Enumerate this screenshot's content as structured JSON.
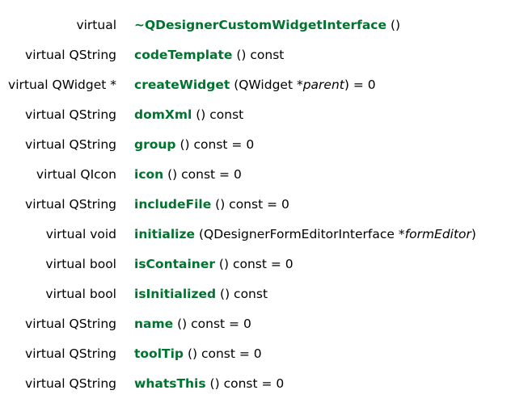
{
  "page": {
    "background_color": "#ffffff",
    "text_color": "#000000",
    "accent_green": "#00732F"
  },
  "function_list": {
    "rows": [
      {
        "returns": "virtual",
        "name": "~QDesignerCustomWidgetInterface",
        "signature": [
          {
            "text": "()",
            "italic": false
          }
        ]
      },
      {
        "returns": "virtual QString",
        "name": "codeTemplate",
        "signature": [
          {
            "text": "() const",
            "italic": false
          }
        ]
      },
      {
        "returns": "virtual QWidget *",
        "name": "createWidget",
        "signature": [
          {
            "text": "(QWidget *",
            "italic": false
          },
          {
            "text": "parent",
            "italic": true
          },
          {
            "text": ") = 0",
            "italic": false
          }
        ]
      },
      {
        "returns": "virtual QString",
        "name": "domXml",
        "signature": [
          {
            "text": "() const",
            "italic": false
          }
        ]
      },
      {
        "returns": "virtual QString",
        "name": "group",
        "signature": [
          {
            "text": "() const = 0",
            "italic": false
          }
        ]
      },
      {
        "returns": "virtual QIcon",
        "name": "icon",
        "signature": [
          {
            "text": "() const = 0",
            "italic": false
          }
        ]
      },
      {
        "returns": "virtual QString",
        "name": "includeFile",
        "signature": [
          {
            "text": "() const = 0",
            "italic": false
          }
        ]
      },
      {
        "returns": "virtual void",
        "name": "initialize",
        "signature": [
          {
            "text": "(QDesignerFormEditorInterface *",
            "italic": false
          },
          {
            "text": "formEditor",
            "italic": true
          },
          {
            "text": ")",
            "italic": false
          }
        ]
      },
      {
        "returns": "virtual bool",
        "name": "isContainer",
        "signature": [
          {
            "text": "() const = 0",
            "italic": false
          }
        ]
      },
      {
        "returns": "virtual bool",
        "name": "isInitialized",
        "signature": [
          {
            "text": "() const",
            "italic": false
          }
        ]
      },
      {
        "returns": "virtual QString",
        "name": "name",
        "signature": [
          {
            "text": "() const = 0",
            "italic": false
          }
        ]
      },
      {
        "returns": "virtual QString",
        "name": "toolTip",
        "signature": [
          {
            "text": "() const = 0",
            "italic": false
          }
        ]
      },
      {
        "returns": "virtual QString",
        "name": "whatsThis",
        "signature": [
          {
            "text": "() const = 0",
            "italic": false
          }
        ]
      }
    ]
  }
}
